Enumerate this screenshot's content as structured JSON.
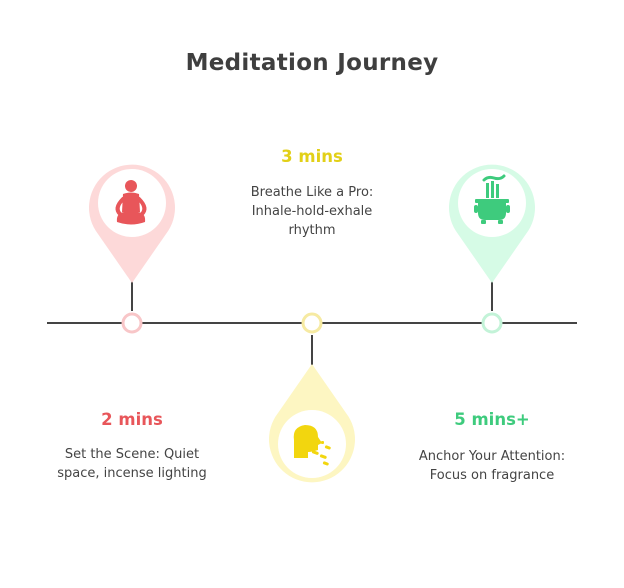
{
  "title": "Meditation Journey",
  "steps": [
    {
      "duration": "2 mins",
      "description": "Set the Scene: Quiet space, incense lighting",
      "icon": "meditation-person-icon",
      "color": "#e8565a",
      "pin_fill": "#fdd9d9",
      "node_stroke": "#f8c6c8"
    },
    {
      "duration": "3 mins",
      "description": "Breathe Like a Pro: Inhale-hold-exhale rhythm",
      "icon": "breathing-head-icon",
      "color": "#e2d018",
      "pin_fill": "#fdf6c2",
      "node_stroke": "#f6eaa2"
    },
    {
      "duration": "5 mins+",
      "description": "Anchor Your Attention: Focus on fragrance",
      "icon": "incense-burner-icon",
      "color": "#3ecb7d",
      "pin_fill": "#d6fbe6",
      "node_stroke": "#c3f3d8"
    }
  ]
}
